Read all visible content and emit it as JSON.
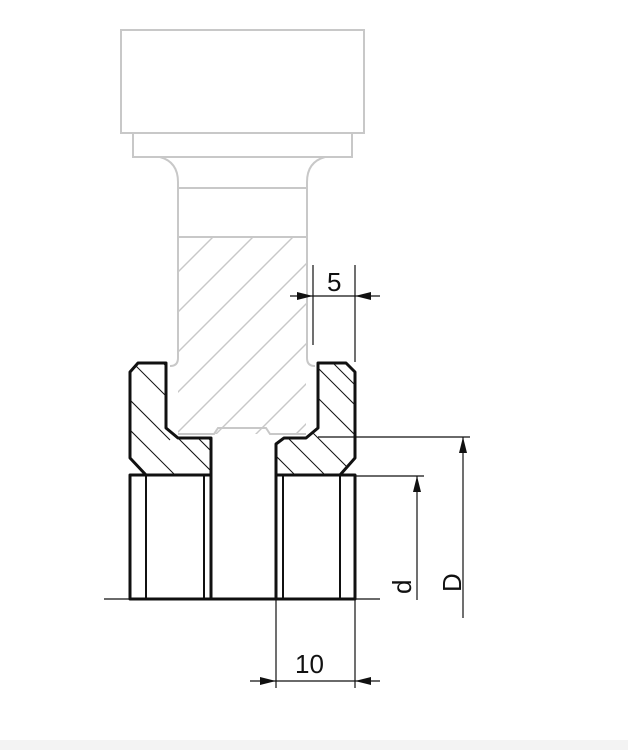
{
  "dimensions": {
    "top_gap": "5",
    "bottom_width": "10",
    "inner_height": "d",
    "outer_height": "D"
  },
  "colors": {
    "part_stroke": "#111111",
    "ghost_stroke": "#c8c8c8"
  }
}
